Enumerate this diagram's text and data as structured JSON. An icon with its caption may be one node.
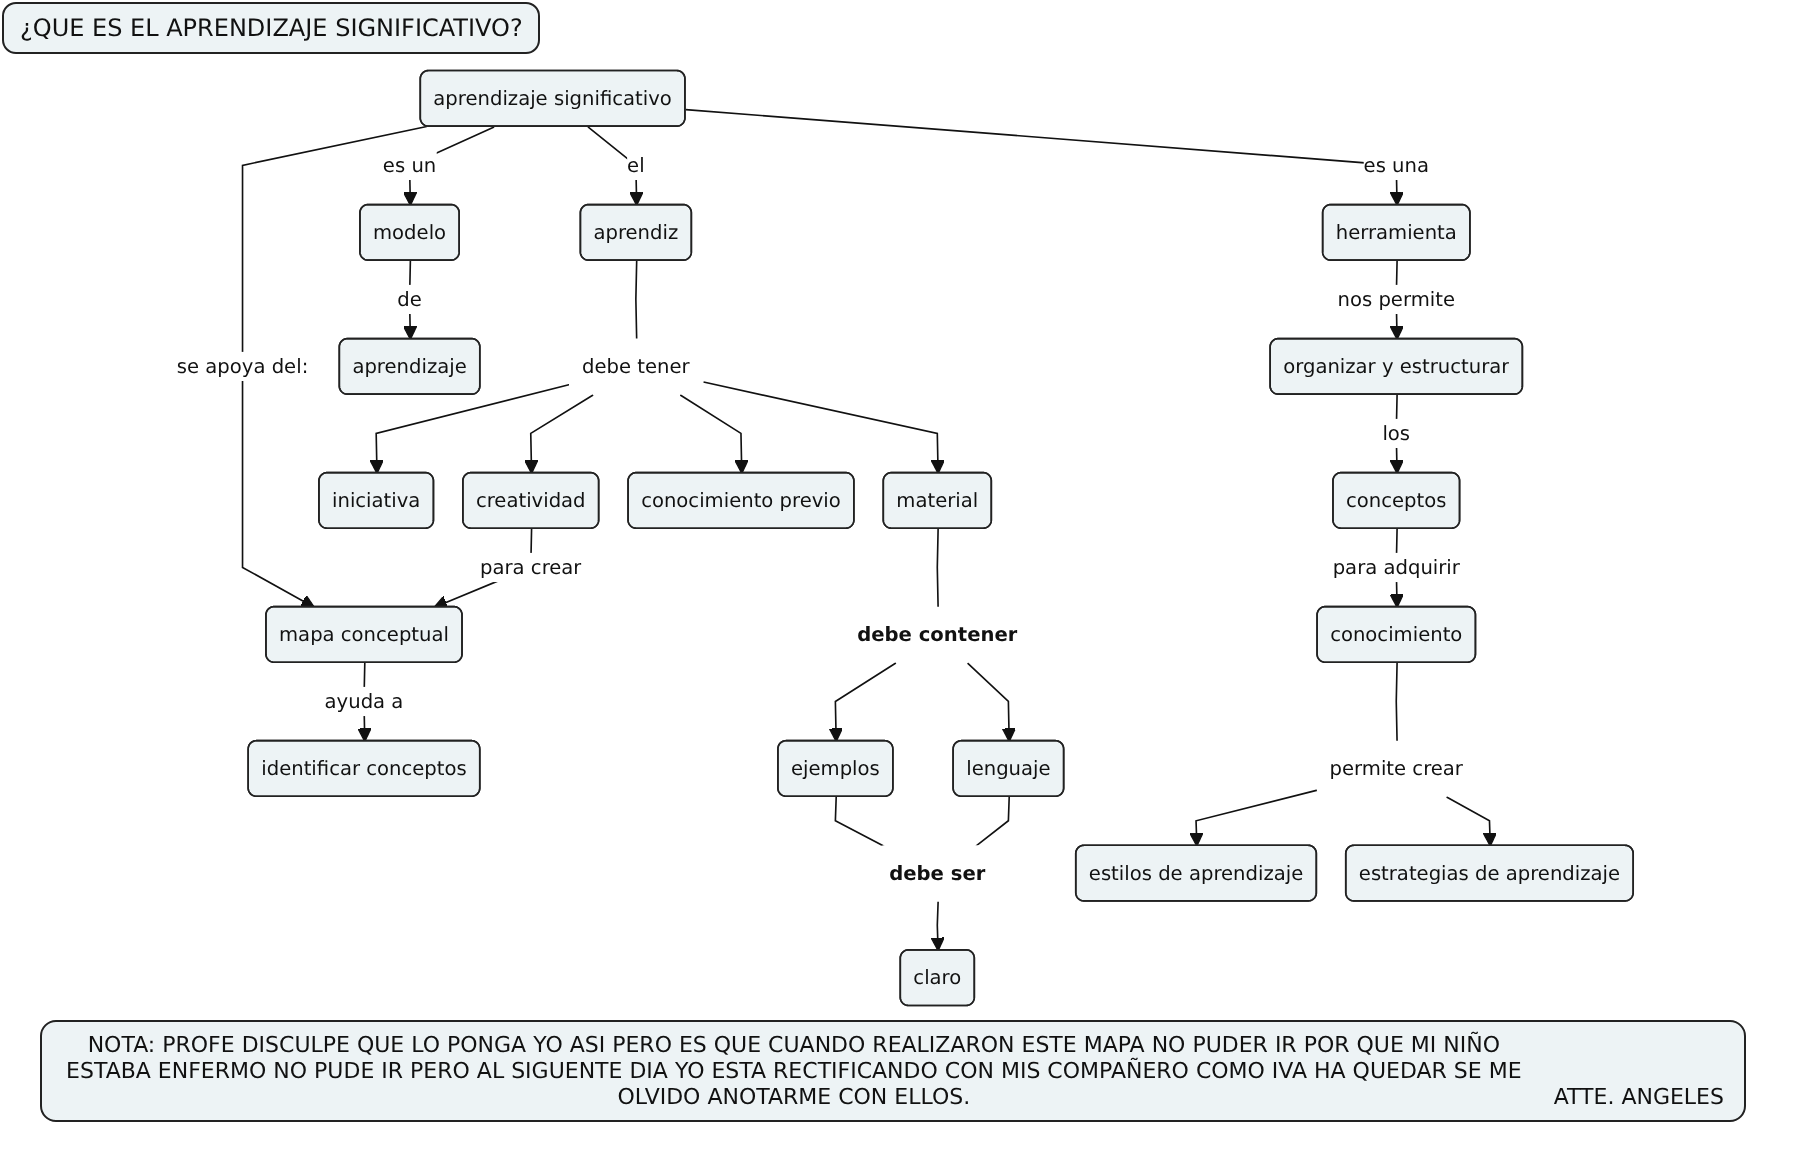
{
  "diagram": {
    "title": "¿QUE ES EL APRENDIZAJE SIGNIFICATIVO?",
    "nodes": [
      {
        "text": [
          "aprendizaje significativo"
        ]
      },
      {
        "text": [
          "mapa conceptual"
        ]
      },
      {
        "text": [
          "aprendiz"
        ]
      },
      {
        "text": [
          "modelo"
        ]
      },
      {
        "text": [
          "herramienta"
        ]
      },
      {
        "text": [
          "debe tener"
        ]
      },
      {
        "text": [
          "identificar conceptos"
        ]
      },
      {
        "text": [
          "creatividad"
        ]
      },
      {
        "text": [
          "iniciativa"
        ]
      },
      {
        "text": [
          "material"
        ]
      },
      {
        "text": [
          "conocimiento previo"
        ]
      },
      {
        "text": [
          "aprendizaje"
        ]
      },
      {
        "text": [
          "debe contener"
        ]
      },
      {
        "text": [
          "organizar y estructurar"
        ]
      },
      {
        "text": [
          "ejemplos"
        ]
      },
      {
        "text": [
          "lenguaje"
        ]
      },
      {
        "text": [
          "debe ser"
        ]
      },
      {
        "text": [
          "conocimiento"
        ]
      },
      {
        "text": [
          "claro"
        ]
      },
      {
        "text": [
          "conceptos"
        ]
      },
      {
        "text": [
          "permite crear"
        ]
      },
      {
        "text": [
          "estilos de aprendizaje"
        ]
      },
      {
        "text": [
          "estrategias de aprendizaje"
        ]
      }
    ],
    "edges": [
      {
        "from": 0,
        "to": 1,
        "arrow": "to",
        "label": "se apoya del:"
      },
      {
        "from": 0,
        "to": 4,
        "arrow": "to",
        "label": "es una"
      },
      {
        "from": 0,
        "to": 2,
        "arrow": "to",
        "label": "el"
      },
      {
        "from": 0,
        "to": 3,
        "arrow": "to",
        "label": "es un"
      },
      {
        "from": 1,
        "to": 6,
        "arrow": "to",
        "label": "ayuda a"
      },
      {
        "from": 7,
        "to": 1,
        "arrow": "to",
        "label": "para crear"
      },
      {
        "from": 4,
        "to": 13,
        "arrow": "to",
        "label": "nos permite"
      },
      {
        "from": 2,
        "to": 5,
        "arrow": "none"
      },
      {
        "from": 5,
        "to": 7,
        "arrow": "to"
      },
      {
        "from": 5,
        "to": 8,
        "arrow": "to"
      },
      {
        "from": 5,
        "to": 9,
        "arrow": "to"
      },
      {
        "from": 5,
        "to": 10,
        "arrow": "to"
      },
      {
        "from": 3,
        "to": 11,
        "arrow": "to",
        "label": "de"
      },
      {
        "from": 9,
        "to": 12,
        "arrow": "none"
      },
      {
        "from": 12,
        "to": 14,
        "arrow": "to"
      },
      {
        "from": 12,
        "to": 15,
        "arrow": "to"
      },
      {
        "from": 14,
        "to": 16,
        "arrow": "none"
      },
      {
        "from": 15,
        "to": 16,
        "arrow": "none"
      },
      {
        "from": 16,
        "to": 18,
        "arrow": "to"
      },
      {
        "from": 13,
        "to": 19,
        "arrow": "to",
        "label": "los"
      },
      {
        "from": 19,
        "to": 17,
        "arrow": "to",
        "label": "para adquirir"
      },
      {
        "from": 17,
        "to": 20,
        "arrow": "none"
      },
      {
        "from": 20,
        "to": 21,
        "arrow": "to"
      },
      {
        "from": 20,
        "to": 22,
        "arrow": "to"
      }
    ],
    "labels": [
      "NOTA: PROFE DISCULPE QUE LO PONGA YO ASI PERO ES QUE CUANDO REALIZARON ESTE MAPA NO PUDER IR POR QUE MI NIÑO ESTABA ENFERMO NO PUDE IR PERO AL SIGUENTE DIA YO ESTA RECTIFICANDO CON MIS COMPAÑERO COMO IVA HA QUEDAR SE ME OLVIDO ANOTARME CON ELLOS.",
      "ATTE. ANGELES"
    ]
  }
}
